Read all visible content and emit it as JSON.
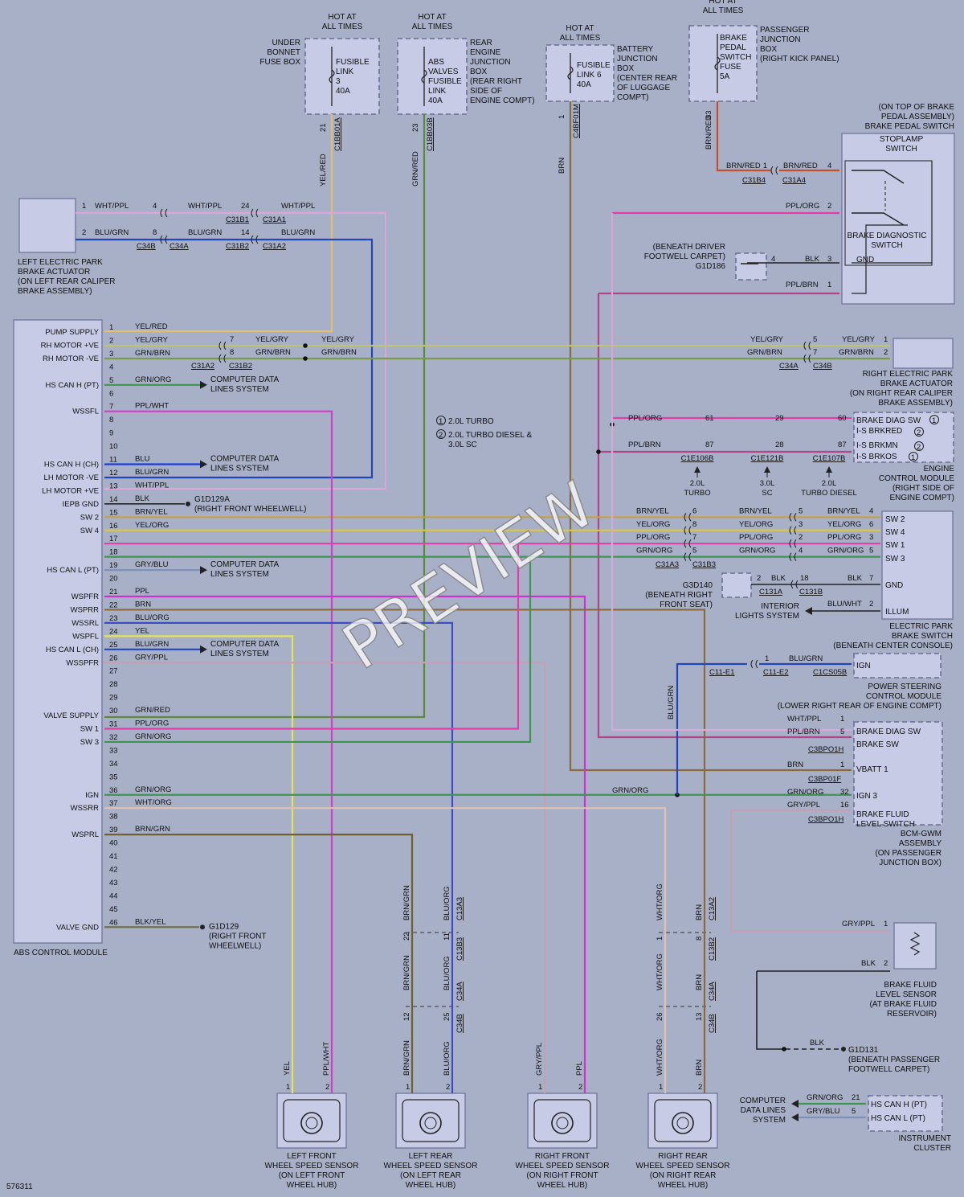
{
  "figure_id": "576311",
  "watermark": "PREVIEW",
  "colors": {
    "YEL": "#e4e45a",
    "YEL_GRY": "#bcc473",
    "GRN_BRN": "#7a9a4e",
    "WHT_PPL": "#d9a8d9",
    "BLU_GRN": "#2345b8",
    "PPL_WHT": "#d13fc9",
    "BLU": "#1a3cd8",
    "BRN_YEL": "#c3a04b",
    "YEL_ORG": "#d7c64a",
    "PPL_ORG": "#e03ea8",
    "GRN_ORG": "#3e9450",
    "GRY_BLU": "#8090b8",
    "PPL": "#cc33cc",
    "BRN": "#8a6a3a",
    "BLU_ORG": "#3b4ec8",
    "GRY_PPL": "#c5a0b5",
    "GRN_RED": "#5c8a3a",
    "WHT_ORG": "#e0c0b0",
    "BRN_GRN": "#706030",
    "BLK_YEL": "#707050",
    "YEL_RED": "#e0c070",
    "BRN_RED": "#c05030",
    "PPL_BRN": "#b0458a",
    "BLK": "#222222"
  },
  "sources": [
    {
      "title": "HOT AT\nALL TIMES",
      "box_label": "UNDER\nBONNET\nFUSE BOX",
      "fuse": "FUSIBLE\nLINK\n3\n40A",
      "pin": "21",
      "wire": "YEL/RED",
      "conn": "C1BB01A"
    },
    {
      "title": "HOT AT\nALL TIMES",
      "box_label": "REAR\nENGINE\nJUNCTION\nBOX\n(REAR RIGHT\nSIDE OF\nENGINE COMPT)",
      "fuse": "ABS\nVALVES\nFUSIBLE\nLINK\n40A",
      "pin": "23",
      "wire": "GRN/RED",
      "conn": "C1BB03B"
    },
    {
      "title": "HOT AT\nALL TIMES",
      "box_label": "BATTERY\nJUNCTION\nBOX\n(CENTER REAR\nOF LUGGAGE\nCOMPT)",
      "fuse": "FUSIBLE\nLINK 6\n40A",
      "pin": "1",
      "wire": "BRN",
      "conn": "C4BF01M"
    },
    {
      "title": "HOT AT\nALL TIMES",
      "box_label": "PASSENGER\nJUNCTION\nBOX\n(RIGHT KICK PANEL)",
      "fuse": "BRAKE\nPEDAL\nSWITCH\nFUSE\n5A",
      "pin": "83",
      "wire": "BRN/RED",
      "conn": ""
    }
  ],
  "stoplamp": {
    "location": "(ON TOP OF BRAKE\nPEDAL ASSEMBLY)\nBRAKE PEDAL SWITCH",
    "title": "STOPLAMP\nSWITCH",
    "diag": "BRAKE DIAGNOSTIC\nSWITCH",
    "gnd": "GND",
    "wires": [
      {
        "wire": "BRN/RED",
        "pin_a": "1",
        "pin_b": "4",
        "conn_a": "C31B4",
        "conn_b": "C31A4"
      },
      {
        "wire": "PPL/ORG",
        "pin": "2"
      },
      {
        "wire": "BLK",
        "pin_a": "4",
        "pin_b": "3",
        "ground": "G1D186",
        "ground_loc": "(BENEATH DRIVER\nFOOTWELL CARPET)"
      },
      {
        "wire": "PPL/BRN",
        "pin": "1"
      }
    ]
  },
  "left_epb": {
    "label": "LEFT ELECTRIC PARK\nBRAKE ACTUATOR\n(ON LEFT REAR CALIPER\nBRAKE ASSEMBLY)",
    "rows": [
      {
        "pin": "1",
        "wire": "WHT/PPL",
        "p2": "4",
        "w2": "WHT/PPL",
        "p3": "24",
        "w3": "WHT/PPL",
        "c1": "C31B1",
        "c2": "C31A1"
      },
      {
        "pin": "2",
        "wire": "BLU/GRN",
        "p2": "8",
        "w2": "BLU/GRN",
        "p3": "14",
        "w3": "BLU/GRN",
        "c0": "C34B",
        "c0b": "C34A",
        "c1": "C31B2",
        "c2": "C31A2"
      }
    ]
  },
  "abs": {
    "label": "ABS CONTROL MODULE",
    "pin_labels": [
      {
        "pin": "1",
        "name": "PUMP SUPPLY",
        "wire": "YEL/RED"
      },
      {
        "pin": "2",
        "name": "RH MOTOR +VE",
        "wire": "YEL/GRY"
      },
      {
        "pin": "3",
        "name": "RH MOTOR -VE",
        "wire": "GRN/BRN"
      },
      {
        "pin": "4",
        "name": "",
        "wire": ""
      },
      {
        "pin": "5",
        "name": "HS CAN H (PT)",
        "wire": "GRN/ORG"
      },
      {
        "pin": "6",
        "name": "",
        "wire": ""
      },
      {
        "pin": "7",
        "name": "WSSFL",
        "wire": "PPL/WHT"
      },
      {
        "pin": "8",
        "name": "",
        "wire": ""
      },
      {
        "pin": "9",
        "name": "",
        "wire": ""
      },
      {
        "pin": "10",
        "name": "",
        "wire": ""
      },
      {
        "pin": "11",
        "name": "HS CAN H (CH)",
        "wire": "BLU"
      },
      {
        "pin": "12",
        "name": "LH MOTOR -VE",
        "wire": "BLU/GRN"
      },
      {
        "pin": "13",
        "name": "LH MOTOR +VE",
        "wire": "WHT/PPL"
      },
      {
        "pin": "14",
        "name": "IEPB GND",
        "wire": "BLK"
      },
      {
        "pin": "15",
        "name": "SW 2",
        "wire": "BRN/YEL"
      },
      {
        "pin": "16",
        "name": "SW 4",
        "wire": "YEL/ORG"
      },
      {
        "pin": "17",
        "name": "",
        "wire": ""
      },
      {
        "pin": "18",
        "name": "",
        "wire": ""
      },
      {
        "pin": "19",
        "name": "HS CAN L (PT)",
        "wire": "GRY/BLU"
      },
      {
        "pin": "20",
        "name": "",
        "wire": ""
      },
      {
        "pin": "21",
        "name": "WSPFR",
        "wire": "PPL"
      },
      {
        "pin": "22",
        "name": "WSPRR",
        "wire": "BRN"
      },
      {
        "pin": "23",
        "name": "WSSRL",
        "wire": "BLU/ORG"
      },
      {
        "pin": "24",
        "name": "WSPFL",
        "wire": "YEL"
      },
      {
        "pin": "25",
        "name": "HS CAN L (CH)",
        "wire": "BLU/GRN"
      },
      {
        "pin": "26",
        "name": "WSSPFR",
        "wire": "GRY/PPL"
      },
      {
        "pin": "27",
        "name": "",
        "wire": ""
      },
      {
        "pin": "28",
        "name": "",
        "wire": ""
      },
      {
        "pin": "29",
        "name": "",
        "wire": ""
      },
      {
        "pin": "30",
        "name": "VALVE SUPPLY",
        "wire": "GRN/RED"
      },
      {
        "pin": "31",
        "name": "SW 1",
        "wire": "PPL/ORG"
      },
      {
        "pin": "32",
        "name": "SW 3",
        "wire": "GRN/ORG"
      },
      {
        "pin": "33",
        "name": "",
        "wire": ""
      },
      {
        "pin": "34",
        "name": "",
        "wire": ""
      },
      {
        "pin": "35",
        "name": "",
        "wire": ""
      },
      {
        "pin": "36",
        "name": "IGN",
        "wire": "GRN/ORG"
      },
      {
        "pin": "37",
        "name": "WSSRR",
        "wire": "WHT/ORG"
      },
      {
        "pin": "38",
        "name": "",
        "wire": ""
      },
      {
        "pin": "39",
        "name": "WSPRL",
        "wire": "BRN/GRN"
      },
      {
        "pin": "40",
        "name": "",
        "wire": ""
      },
      {
        "pin": "41",
        "name": "",
        "wire": ""
      },
      {
        "pin": "42",
        "name": "",
        "wire": ""
      },
      {
        "pin": "43",
        "name": "",
        "wire": ""
      },
      {
        "pin": "44",
        "name": "",
        "wire": ""
      },
      {
        "pin": "45",
        "name": "",
        "wire": ""
      },
      {
        "pin": "46",
        "name": "VALVE GND",
        "wire": "BLK/YEL"
      }
    ],
    "pin_name_offsets": {
      "IGN": "36",
      "WSSRR": "37"
    }
  },
  "texts": {
    "cds": "COMPUTER DATA\nLINES SYSTEM",
    "g1d129a": "G1D129A\n(RIGHT FRONT WHEELWELL)",
    "g1d129": "G1D129\n(RIGHT FRONT\nWHEELWELL)",
    "note1": "2.0L TURBO",
    "note2": "2.0L TURBO DIESEL &\n3.0L SC",
    "motor_row1": {
      "p1": "7",
      "w1": "YEL/GRY",
      "w2": "YEL/GRY",
      "w3": "YEL/GRY",
      "p3": "5",
      "p4": "1",
      "w4": "YEL/GRY"
    },
    "motor_row2": {
      "p1": "8",
      "w1": "GRN/BRN",
      "w2": "GRN/BRN",
      "w3": "GRN/BRN",
      "p3": "7",
      "p4": "2",
      "w4": "GRN/BRN",
      "c1": "C31A2",
      "c2": "C31B2",
      "c3": "C34A",
      "c4": "C34B"
    },
    "right_epb": "RIGHT ELECTRIC PARK\nBRAKE ACTUATOR\n(ON RIGHT REAR CALIPER\nBRAKE ASSEMBLY)"
  },
  "ecm": {
    "label": "ENGINE\nCONTROL MODULE\n(RIGHT SIDE OF\nENGINE COMPT)",
    "pins": [
      {
        "name": "BRAKE DIAG SW",
        "sub": "I-S BRKRED",
        "wire": "PPL/ORG",
        "a": "61",
        "b": "29",
        "c": "60",
        "n1": "1",
        "n2": "2"
      },
      {
        "name": "I-S BRKMN",
        "sub": "I-S BRKOS",
        "wire": "PPL/BRN",
        "a": "87",
        "b": "28",
        "c": "87",
        "n1": "2",
        "n2": "1"
      }
    ],
    "conns": [
      {
        "c": "C1E106B",
        "note": "2.0L\nTURBO"
      },
      {
        "c": "C1E121B",
        "note": "3.0L\nSC"
      },
      {
        "c": "C1E107B",
        "note": "2.0L\nTURBO DIESEL"
      }
    ]
  },
  "epbs": {
    "label": "ELECTRIC PARK\nBRAKE SWITCH\n(BENEATH CENTER CONSOLE)",
    "pins": [
      {
        "name": "SW 2",
        "w1": "BRN/YEL",
        "p1": "6",
        "w2": "BRN/YEL",
        "p2": "5",
        "w3": "BRN/YEL",
        "p3": "4"
      },
      {
        "name": "SW 4",
        "w1": "YEL/ORG",
        "p1": "8",
        "w2": "YEL/ORG",
        "p2": "3",
        "w3": "YEL/ORG",
        "p3": "6"
      },
      {
        "name": "SW 1",
        "w1": "PPL/ORG",
        "p1": "7",
        "w2": "PPL/ORG",
        "p2": "2",
        "w3": "PPL/ORG",
        "p3": "3"
      },
      {
        "name": "SW 3",
        "w1": "GRN/ORG",
        "p1": "5",
        "w2": "GRN/ORG",
        "p2": "4",
        "w3": "GRN/ORG",
        "p3": "5"
      }
    ],
    "c_a": "C31A3",
    "c_b": "C31B3",
    "gnd": {
      "name": "GND",
      "wire": "BLK",
      "p1": "2",
      "p2": "18",
      "p3": "7",
      "c1": "C131A",
      "c2": "C131B",
      "ground": "G3D140",
      "ground_loc": "(BENEATH RIGHT\nFRONT SEAT)"
    },
    "illum": {
      "name": "ILLUM",
      "wire": "BLU/WHT",
      "pin": "2",
      "dest": "INTERIOR\nLIGHTS SYSTEM"
    }
  },
  "pscm": {
    "label": "POWER STEERING\nCONTROL MODULE\n(LOWER RIGHT REAR OF ENGINE COMPT)",
    "pin": "IGN",
    "wire": "BLU/GRN",
    "p1": "1",
    "c1": "C11-E1",
    "c2": "C11-E2",
    "c3": "C1CS05B",
    "vwire": "BLU/GRN"
  },
  "bcm": {
    "label": "BCM-GWM\nASSEMBLY\n(ON PASSENGER\nJUNCTION BOX)",
    "rows": [
      {
        "name": "BRAKE DIAG SW",
        "wire": "WHT/PPL",
        "pin": "1"
      },
      {
        "name": "BRAKE SW",
        "wire": "PPL/BRN",
        "pin": "5",
        "conn": "C3BPO1H"
      },
      {
        "name": "VBATT 1",
        "wire": "BRN",
        "pin": "1",
        "conn": "C3BP01F"
      },
      {
        "name": "IGN 3",
        "wire": "GRN/ORG",
        "pin": "32"
      },
      {
        "name": "BRAKE FLUID\nLEVEL SWITCH",
        "wire": "GRY/PPL",
        "pin": "16",
        "conn": "C3BPO1H"
      }
    ],
    "ign_wire_left": "GRN/ORG"
  },
  "fluid": {
    "label": "BRAKE FLUID\nLEVEL SENSOR\n(AT BRAKE FLUID\nRESERVOIR)",
    "w1": "GRY/PPL",
    "p1": "1",
    "w2": "BLK",
    "p2": "2",
    "w3": "BLK",
    "ground": "G1D131",
    "ground_loc": "(BENEATH PASSENGER\nFOOTWELL CARPET)"
  },
  "cluster": {
    "label": "INSTRUMENT\nCLUSTER",
    "dest": "COMPUTER\nDATA LINES\nSYSTEM",
    "rows": [
      {
        "name": "HS CAN H (PT)",
        "wire": "GRN/ORG",
        "pin": "21"
      },
      {
        "name": "HS CAN L (PT)",
        "wire": "GRY/BLU",
        "pin": "5"
      }
    ]
  },
  "sensors": [
    {
      "label": "LEFT FRONT\nWHEEL SPEED SENSOR\n(ON LEFT FRONT\nWHEEL HUB)",
      "w1": "YEL",
      "p1": "1",
      "w2": "PPL/WHT",
      "p2": "2"
    },
    {
      "label": "LEFT REAR\nWHEEL SPEED SENSOR\n(ON LEFT REAR\nWHEEL HUB)",
      "w1": "BRN/GRN",
      "p1": "1",
      "w2": "BLU/ORG",
      "p2": "2",
      "v1": "BRN/GRN",
      "v2": "BLU/ORG",
      "c1": "C13A3",
      "c2": "C13B3",
      "c3": "C34A",
      "c4": "C34B",
      "pA": "22",
      "pB": "11",
      "pC": "12",
      "pD": "25",
      "w1b": "BRN/GRN",
      "w2b": "BLU/ORG",
      "w1c": "BRN/GRN",
      "w2c": "BLU/ORG"
    },
    {
      "label": "RIGHT FRONT\nWHEEL SPEED SENSOR\n(ON RIGHT FRONT\nWHEEL HUB)",
      "w1": "GRY/PPL",
      "p1": "1",
      "w2": "PPL",
      "p2": "2"
    },
    {
      "label": "RIGHT REAR\nWHEEL SPEED SENSOR\n(ON RIGHT REAR\nWHEEL HUB)",
      "w1": "WHT/ORG",
      "p1": "1",
      "w2": "BRN",
      "p2": "2",
      "v1": "WHT/ORG",
      "v2": "BRN",
      "c1": "C13A2",
      "c2": "C13B2",
      "c3": "C34A",
      "c4": "C34B",
      "pA": "1",
      "pB": "8",
      "pC": "26",
      "pD": "13",
      "w1b": "WHT/ORG",
      "w2b": "BRN",
      "w1c": "WHT/ORG",
      "w2c": "BRN"
    }
  ]
}
